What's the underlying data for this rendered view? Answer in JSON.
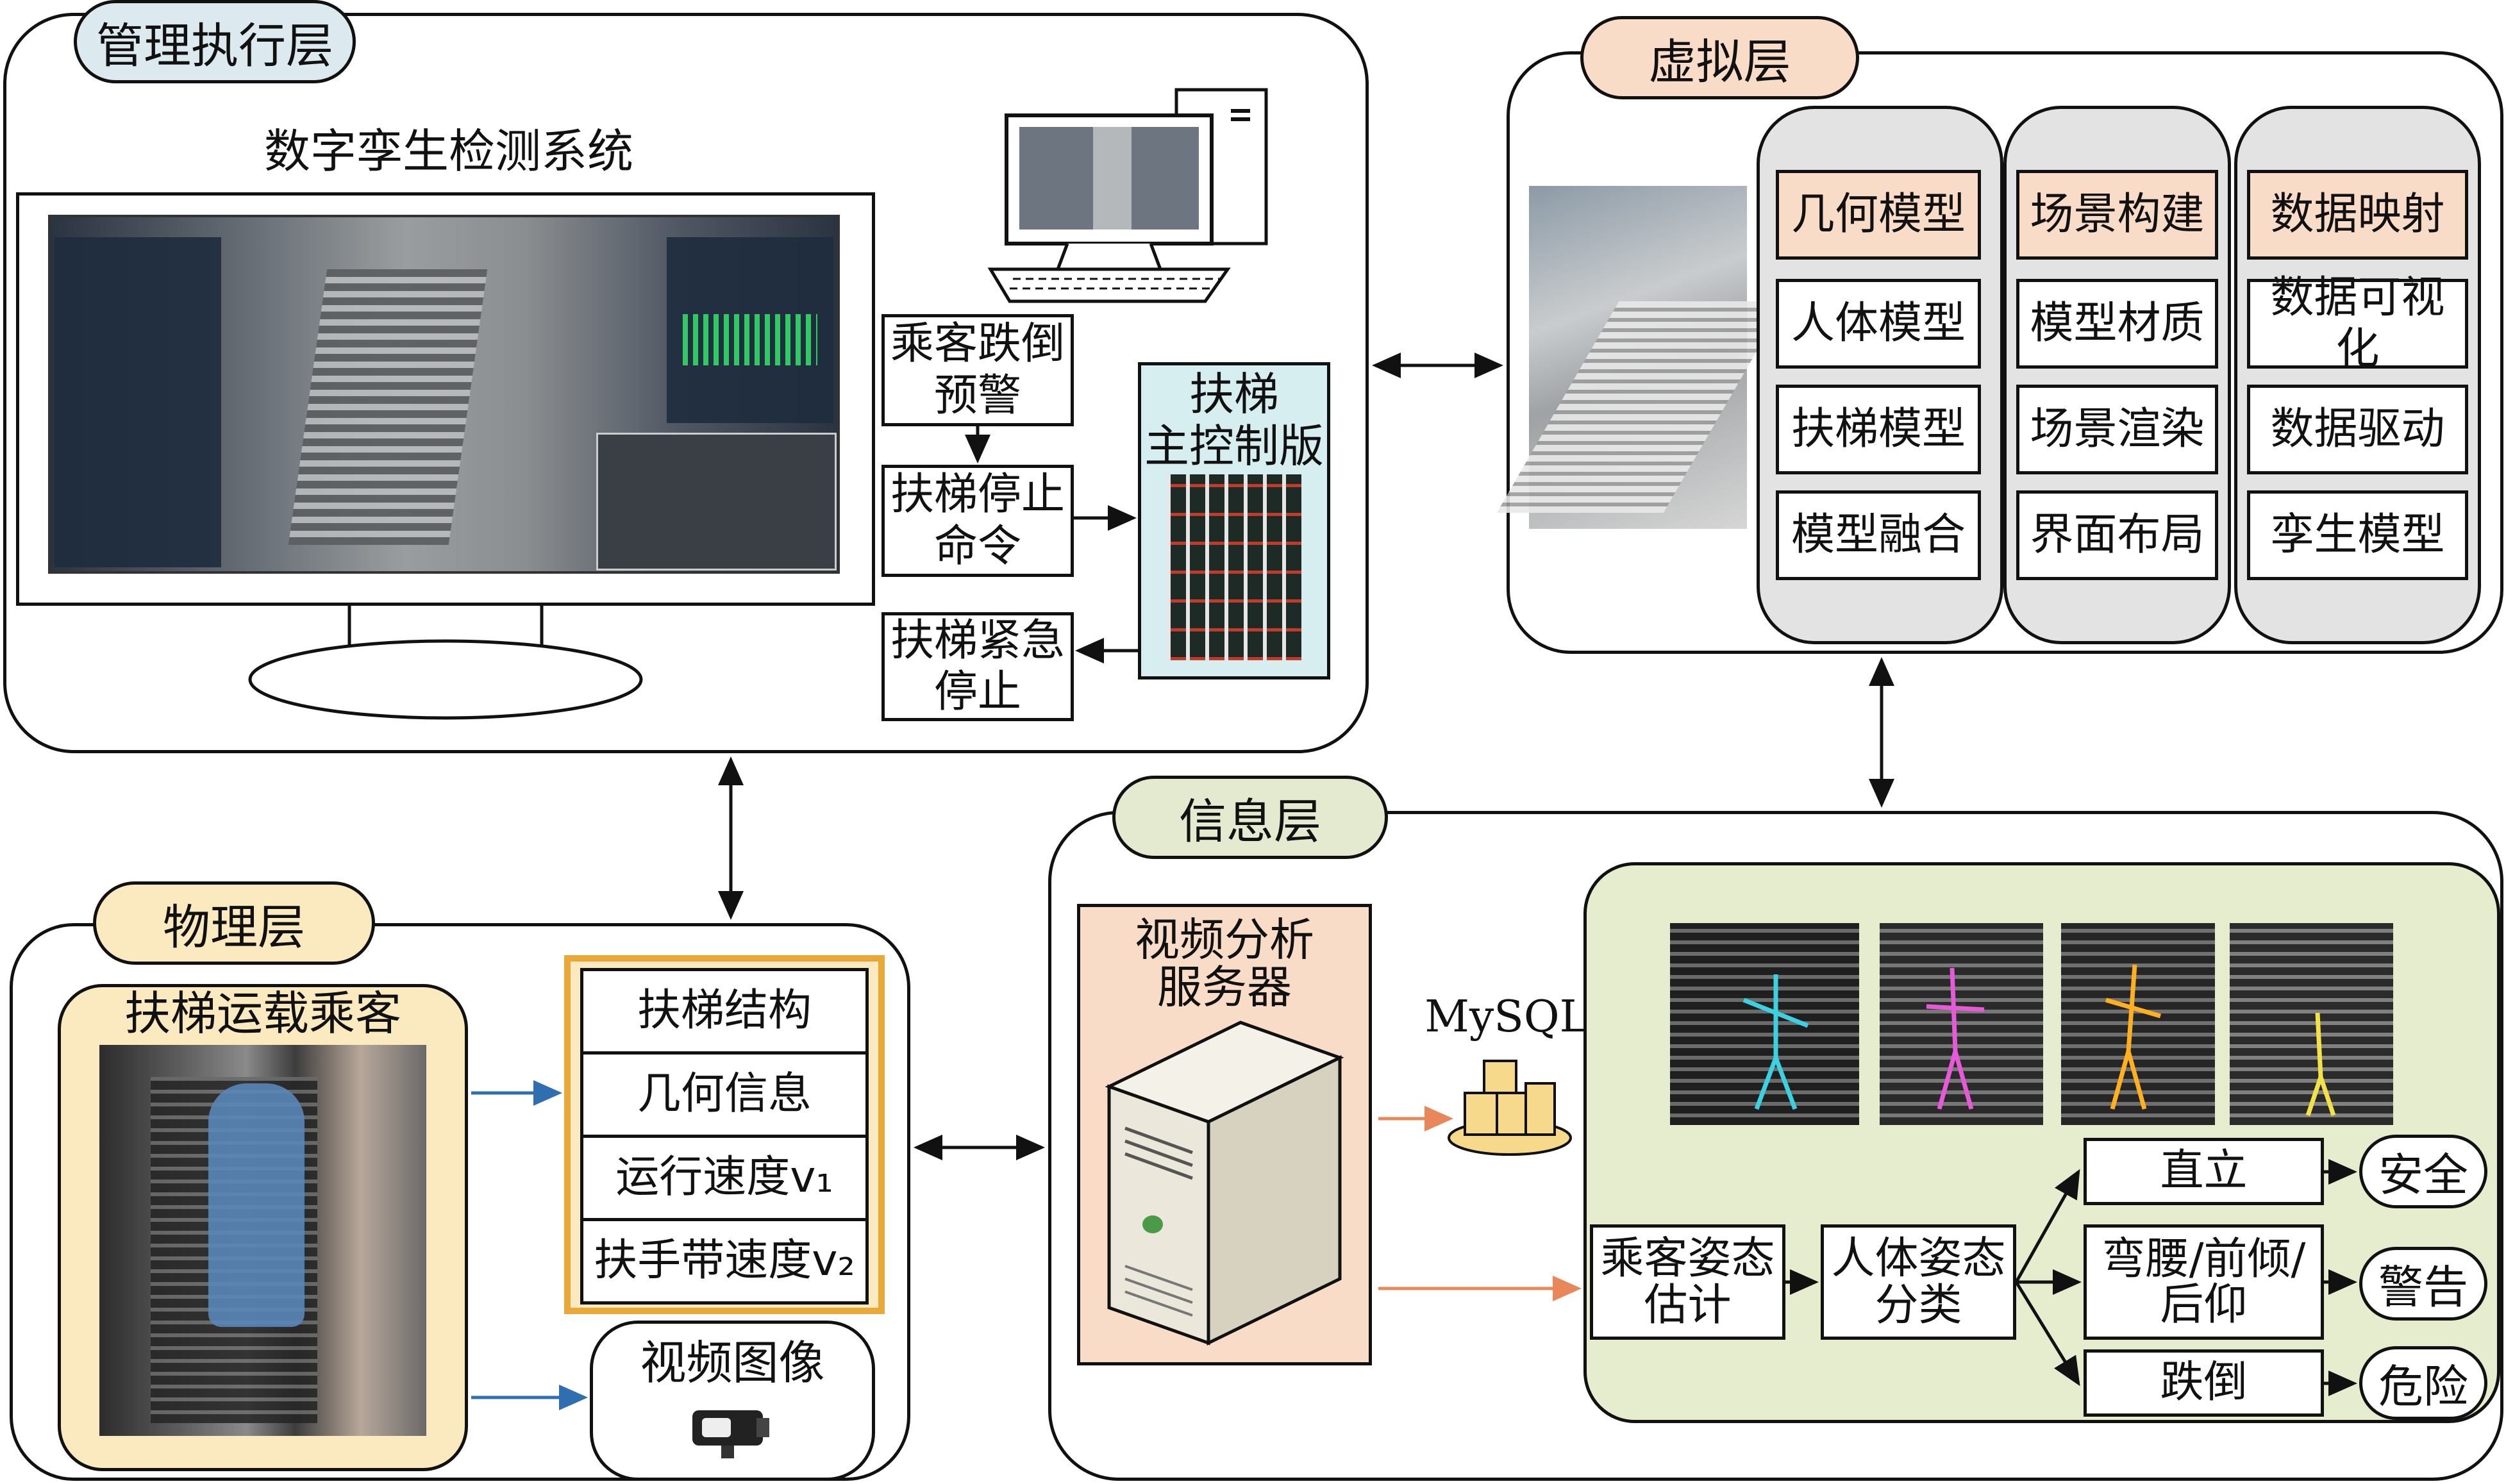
{
  "layers": {
    "management": "管理执行层",
    "virtual": "虚拟层",
    "information": "信息层",
    "physical": "物理层"
  },
  "management": {
    "system_title": "数字孪生检测系统",
    "fall_warning": "乘客跌倒\n预警",
    "stop_command": "扶梯停止\n命令",
    "emergency_stop": "扶梯紧急\n停止",
    "main_board": "扶梯\n主控制版"
  },
  "virtual": {
    "columns": [
      {
        "header": "几何模型",
        "items": [
          "人体模型",
          "扶梯模型",
          "模型融合"
        ]
      },
      {
        "header": "场景构建",
        "items": [
          "模型材质",
          "场景渲染",
          "界面布局"
        ]
      },
      {
        "header": "数据映射",
        "items": [
          "数据可视化",
          "数据驱动",
          "孪生模型"
        ]
      }
    ]
  },
  "physical": {
    "escalator_title": "扶梯运载乘客",
    "info_items": [
      "扶梯结构",
      "几何信息",
      "运行速度v₁",
      "扶手带速度v₂"
    ],
    "video_image": "视频图像"
  },
  "information": {
    "server_label": "视频分析\n服务器",
    "mysql": "MySQL",
    "pose_estimation": "乘客姿态\n估计",
    "pose_classification": "人体姿态\n分类",
    "postures": [
      "直立",
      "弯腰/前倾/\n后仰",
      "跌倒"
    ],
    "results": [
      "安全",
      "警告",
      "危险"
    ]
  },
  "colors": {
    "tag_management": "#dce9ee",
    "tag_virtual": "#f8dcc8",
    "tag_information": "#e4ead0",
    "tag_physical": "#fbe9c0",
    "pose_panel": "#e6edcf",
    "peach": "#f8dcc8",
    "info_frame": "#e8a93a",
    "board_bg": "#d7eef0",
    "blue_arrow": "#2f6fb0",
    "orange_arrow": "#e8885a"
  }
}
